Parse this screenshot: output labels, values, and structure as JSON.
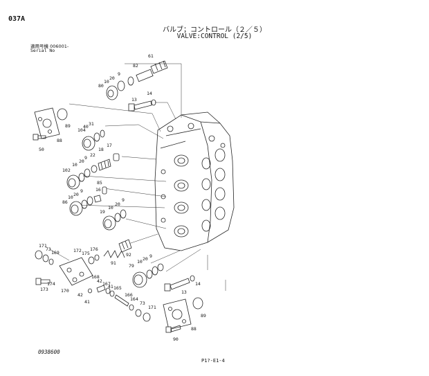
{
  "header": {
    "page_code": "037A",
    "title_jp": "バルブ；コントロール（２／５）",
    "title_en": "VALVE:CONTROL (2/5)",
    "serial_jp": "適用号機  006001-",
    "serial_en": "Serial No"
  },
  "footer": {
    "drawing_no": "0938600",
    "page_ref": "P1?-E1-4"
  },
  "callouts": [
    "61",
    "82",
    "9",
    "20",
    "10",
    "80",
    "13",
    "14",
    "89",
    "31",
    "40",
    "104",
    "88",
    "50",
    "17",
    "18",
    "22",
    "9",
    "20",
    "10",
    "102",
    "85",
    "16",
    "9",
    "20",
    "10",
    "86",
    "9",
    "20",
    "10",
    "19",
    "171",
    "73",
    "169",
    "172",
    "175",
    "176",
    "92",
    "91",
    "174",
    "173",
    "170",
    "168",
    "42",
    "167",
    "41",
    "42",
    "41",
    "165",
    "166",
    "164",
    "73",
    "171",
    "10",
    "20",
    "9",
    "79",
    "14",
    "13",
    "89",
    "88",
    "90"
  ]
}
